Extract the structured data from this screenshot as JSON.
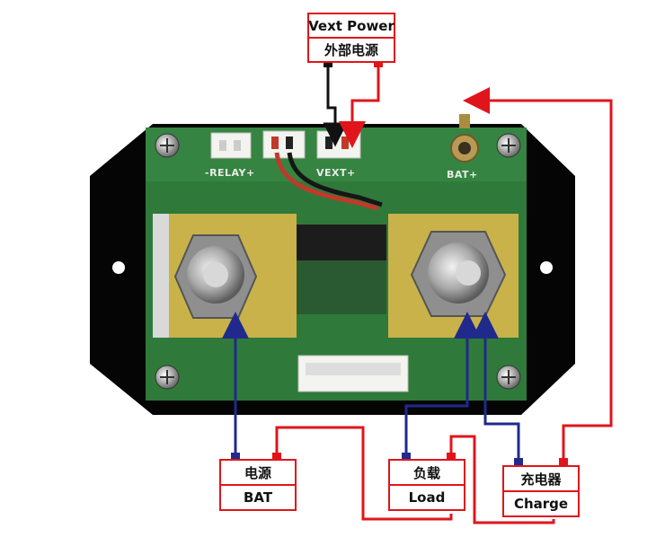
{
  "pcb": {
    "relay_label": "-RELAY+",
    "vext_label": "VEXT+",
    "bat_plus_label": "BAT+",
    "board_color": "#2f7a3a",
    "plate_color": "#000000",
    "brass_color": "#c9b24a"
  },
  "labels": {
    "vext": {
      "en": "Vext Power",
      "cn": "外部电源"
    },
    "bat": {
      "cn": "电源",
      "en": "BAT"
    },
    "load": {
      "cn": "负载",
      "en": "Load"
    },
    "charge": {
      "cn": "充电器",
      "en": "Charge"
    }
  },
  "wires": {
    "red": "#e0151b",
    "blue": "#1f2a8c",
    "black": "#111111"
  }
}
